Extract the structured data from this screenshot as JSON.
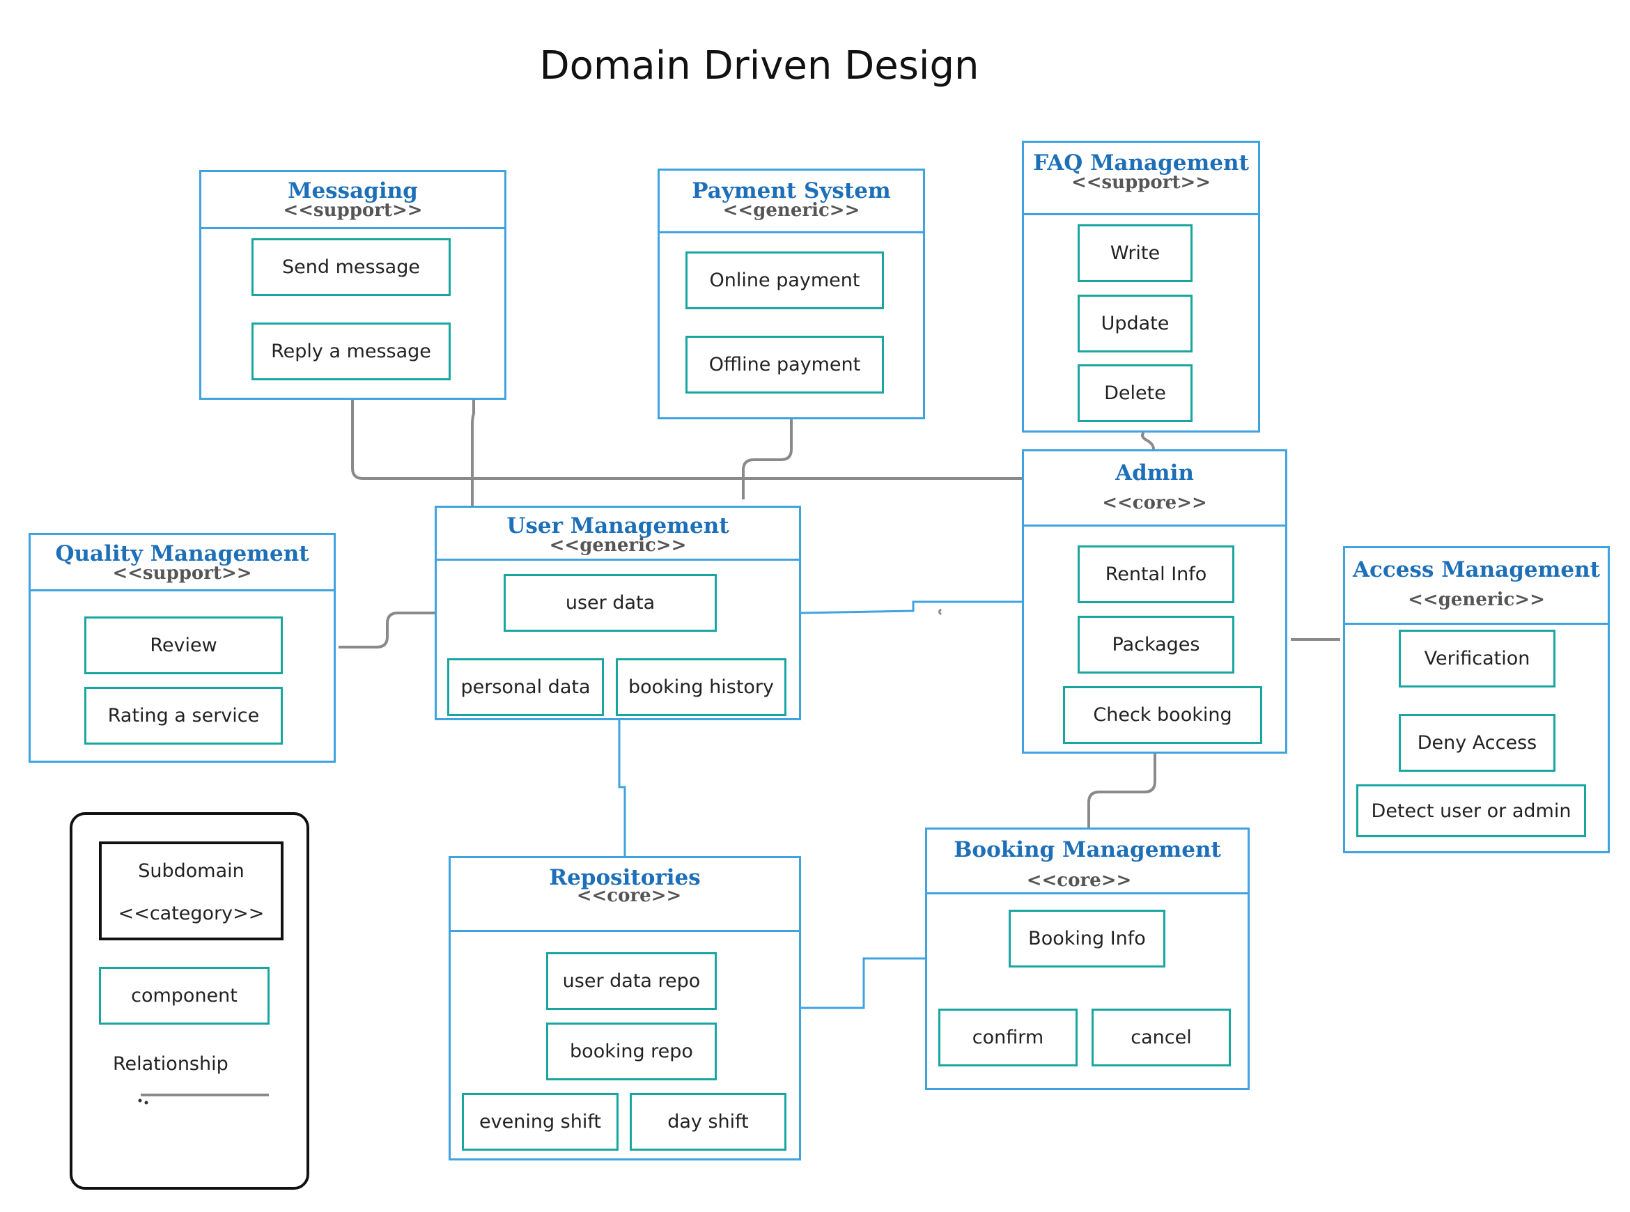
{
  "title": "Domain Driven Design",
  "colors": {
    "domain_border": "#3fa3e0",
    "domain_name": "#1d6fb8",
    "category_text": "#555555",
    "component_border": "#1aa6a0",
    "relationship_line": "#8a8a8a"
  },
  "domains": {
    "messaging": {
      "name": "Messaging",
      "category": "<<support>>",
      "components": [
        "Send message",
        "Reply a message"
      ]
    },
    "payment": {
      "name": "Payment System",
      "category": "<<generic>>",
      "components": [
        "Online payment",
        "Offline payment"
      ]
    },
    "faq": {
      "name": "FAQ Management",
      "category": "<<support>>",
      "components": [
        "Write",
        "Update",
        "Delete"
      ]
    },
    "admin": {
      "name": "Admin",
      "category": "<<core>>",
      "components": [
        "Rental Info",
        "Packages",
        "Check booking"
      ]
    },
    "user_mgmt": {
      "name": "User Management",
      "category": "<<generic>>",
      "components": [
        "user data",
        "personal data",
        "booking history"
      ]
    },
    "quality": {
      "name": "Quality Management",
      "category": "<<support>>",
      "components": [
        "Review",
        "Rating a service"
      ]
    },
    "access": {
      "name": "Access Management",
      "category": "<<generic>>",
      "components": [
        "Verification",
        "Deny Access",
        "Detect user or admin"
      ]
    },
    "repositories": {
      "name": "Repositories",
      "category": "<<core>>",
      "components": [
        "user data repo",
        "booking repo",
        "evening shift",
        "day shift"
      ]
    },
    "booking": {
      "name": "Booking Management",
      "category": "<<core>>",
      "components": [
        "Booking Info",
        "confirm",
        "cancel"
      ]
    }
  },
  "legend": {
    "subdomain": "Subdomain",
    "category": "<<category>>",
    "component": "component",
    "relationship": "Relationship"
  }
}
